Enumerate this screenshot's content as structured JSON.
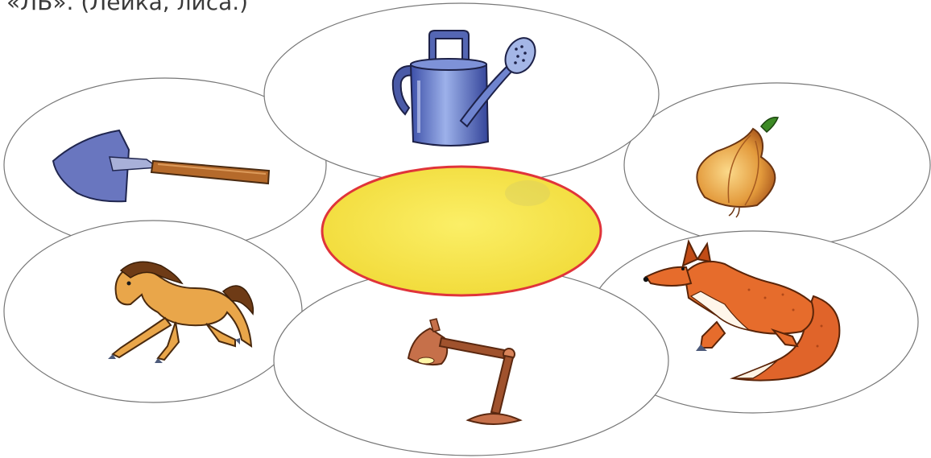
{
  "caption": "«ЛЬ». (Лейка, лиса.)",
  "center": {
    "fill": "#f6e24a",
    "stroke": "#e0343a"
  },
  "pictures": [
    {
      "name": "watering-can",
      "position": "top"
    },
    {
      "name": "shovel",
      "position": "upper-left"
    },
    {
      "name": "onion",
      "position": "upper-right"
    },
    {
      "name": "horse",
      "position": "lower-left"
    },
    {
      "name": "fox",
      "position": "lower-right"
    },
    {
      "name": "desk-lamp",
      "position": "bottom"
    }
  ]
}
